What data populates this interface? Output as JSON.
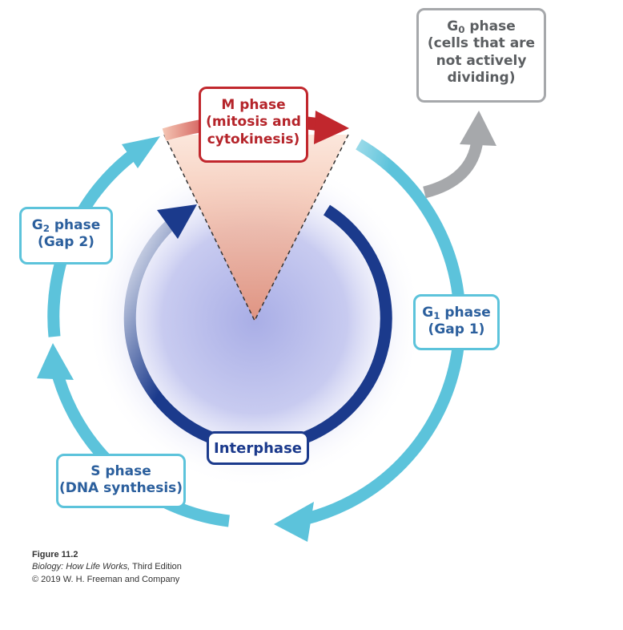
{
  "phases": {
    "m": {
      "line1": "M phase",
      "line2": "(mitosis and",
      "line3": "cytokinesis)"
    },
    "g0": {
      "title_main": "G",
      "title_sub": "0",
      "title_rest": " phase",
      "line2": "(cells that are",
      "line3": "not actively",
      "line4": "dividing)"
    },
    "g1": {
      "title_main": "G",
      "title_sub": "1",
      "title_rest": " phase",
      "line2": "(Gap 1)"
    },
    "g2": {
      "title_main": "G",
      "title_sub": "2",
      "title_rest": " phase",
      "line2": "(Gap 2)"
    },
    "s": {
      "line1": "S phase",
      "line2": "(DNA synthesis)"
    },
    "interphase": {
      "label": "Interphase"
    }
  },
  "caption": {
    "figure": "Figure 11.2",
    "book_title": "Biology: How Life Works,",
    "edition": " Third Edition",
    "copyright": "© 2019 W. H. Freeman and Company"
  },
  "colors": {
    "outer_arrow": "#5cc3db",
    "inner_arrow": "#1b3a8c",
    "m_phase": "#c1272d",
    "g0_arrow": "#a6a8ab",
    "center_glow": "#b9bde8"
  }
}
